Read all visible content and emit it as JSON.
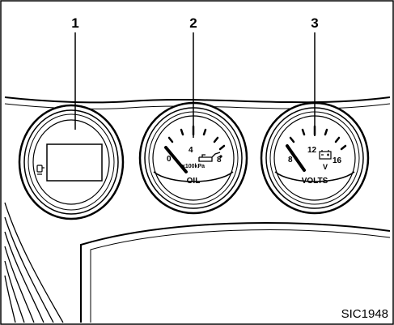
{
  "callouts": {
    "gauge_1": "1",
    "gauge_2": "2",
    "gauge_3": "3"
  },
  "oil_gauge": {
    "scale_min": "0",
    "scale_mid": "4",
    "scale_max": "8",
    "unit": "x100kPa",
    "label": "OIL"
  },
  "volts_gauge": {
    "scale_min": "8",
    "scale_mid": "12",
    "scale_max": "16",
    "unit": "V",
    "label": "VOLTS"
  },
  "figure_code": "SIC1948"
}
